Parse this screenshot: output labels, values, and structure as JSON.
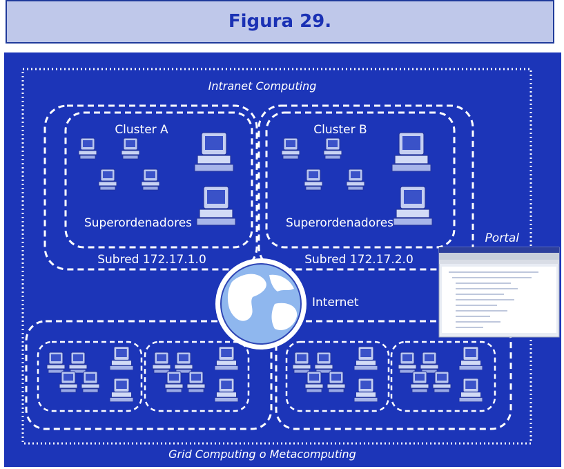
{
  "header": {
    "title": "Figura 29."
  },
  "diagram": {
    "outer_title": "Intranet Computing",
    "bottom_title": "Grid Computing o Metacomputing",
    "cluster_a": {
      "label": "Cluster A",
      "super_label": "Superordenadores",
      "subnet": "Subred 172.17.1.0"
    },
    "cluster_b": {
      "label": "Cluster B",
      "super_label": "Superordenadores",
      "subnet": "Subred 172.17.2.0"
    },
    "internet_label": "Internet",
    "portal_label": "Portal",
    "colors": {
      "panel_bg": "#1c35b8",
      "header_bg": "#bfc8ea",
      "title_text": "#1a31b4",
      "pc_body": "#b9c6f0",
      "pc_screen": "#3a52c8",
      "globe": "#8fb7ee"
    }
  }
}
